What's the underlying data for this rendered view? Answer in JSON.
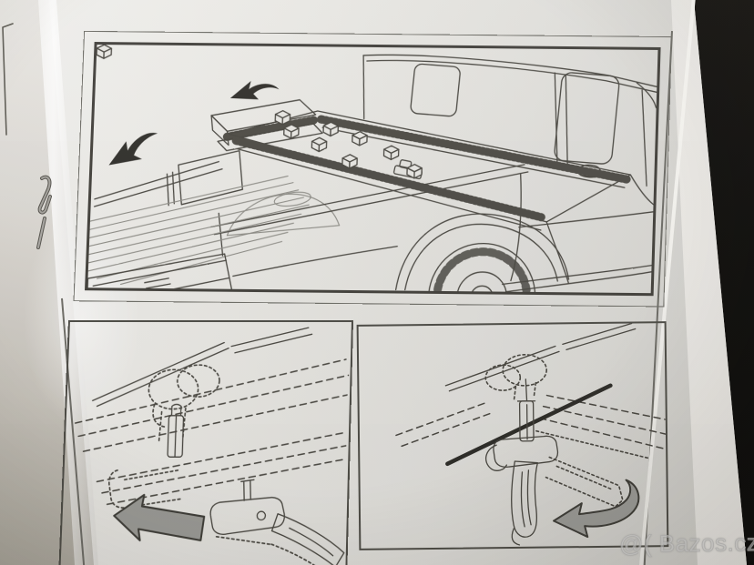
{
  "watermark": {
    "text": "@( Bazos.cz"
  },
  "illustrations": {
    "top_panel": {
      "name": "pickup-truck-folding-tonneau-cover-overview",
      "icons": [
        "fold-direction-arrow-upper",
        "fold-direction-arrow-lower"
      ],
      "clamp_block_count": 8
    },
    "bottom_left_panel": {
      "name": "clamp-slide-under-bed-rail-detail",
      "icons": [
        "slide-direction-block-arrow"
      ]
    },
    "bottom_right_panel": {
      "name": "clamp-lever-rotation-detail",
      "icons": [
        "rotate-direction-curved-arrow"
      ]
    }
  },
  "colors": {
    "photo_background": "#0d0c0a",
    "paper": "#e5e4e0",
    "ink": "#47453f",
    "block_arrow_fill": "#9c9c98"
  },
  "binding": {
    "element": "wire-staple"
  }
}
